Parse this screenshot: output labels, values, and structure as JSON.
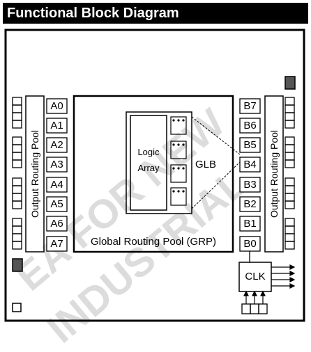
{
  "title": "Functional Block Diagram",
  "left_pins": [
    "A0",
    "A1",
    "A2",
    "A3",
    "A4",
    "A5",
    "A6",
    "A7"
  ],
  "right_pins": [
    "B7",
    "B6",
    "B5",
    "B4",
    "B3",
    "B2",
    "B1",
    "B0"
  ],
  "left_pool_label": "Output Routing Pool",
  "right_pool_label": "Output Routing Pool",
  "logic_array_label": [
    "Logic",
    "Array"
  ],
  "glb_label": "GLB",
  "grp_label": "Global Routing Pool (GRP)",
  "clk_label": "CLK",
  "watermark": [
    "EA FOR NEW",
    "INDUSTRIAL"
  ]
}
